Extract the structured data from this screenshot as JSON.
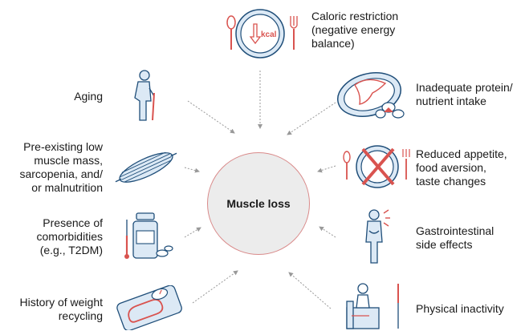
{
  "center": {
    "label": "Muscle loss"
  },
  "factors": {
    "caloric_restriction": "Caloric restriction\n(negative energy\nbalance)",
    "kcal": "kcal",
    "inadequate_protein": "Inadequate protein/\nnutrient intake",
    "reduced_appetite": "Reduced appetite,\nfood aversion,\ntaste changes",
    "gi_side_effects": "Gastrointestinal\nside effects",
    "physical_inactivity": "Physical inactivity",
    "aging": "Aging",
    "preexisting": "Pre-existing low\nmuscle mass,\nsarcopenia, and/\nor malnutrition",
    "comorbidities": "Presence of\ncomorbidities\n(e.g., T2DM)",
    "weight_cycling": "History of weight\nrecycling"
  },
  "colors": {
    "line": "#1f4e79",
    "accent": "#d9534f",
    "fill": "#dce9f5",
    "arrow": "#999999",
    "circle_fill": "#ececec"
  }
}
